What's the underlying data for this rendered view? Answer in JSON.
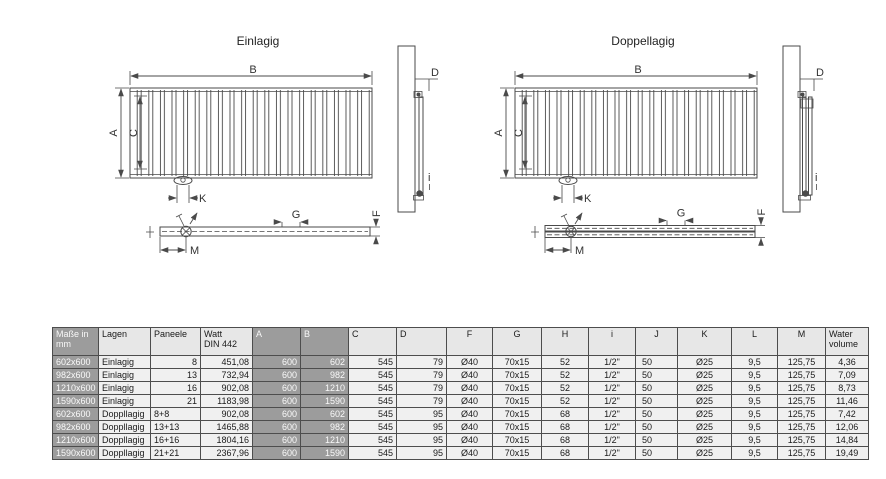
{
  "diagrams": [
    {
      "title": "Einlagig",
      "labels": {
        "b": "B",
        "a": "A",
        "c": "C",
        "k": "K",
        "d": "D",
        "i": "i",
        "g": "G",
        "m": "M",
        "f": "F"
      }
    },
    {
      "title": "Doppellagig",
      "labels": {
        "b": "B",
        "a": "A",
        "c": "C",
        "k": "K",
        "d": "D",
        "i": "i",
        "g": "G",
        "m": "M",
        "f": "F"
      }
    }
  ],
  "table": {
    "headers": [
      "Maße in mm",
      "Lagen",
      "Paneele",
      "Watt\nDIN 442",
      "A",
      "B",
      "C",
      "D",
      "F",
      "G",
      "H",
      "i",
      "J",
      "K",
      "L",
      "M",
      "Water\nvolume"
    ],
    "rows": [
      [
        "602x600",
        "Einlagig",
        "8",
        "451,08",
        "600",
        "602",
        "545",
        "79",
        "Ø40",
        "70x15",
        "52",
        "1/2\"",
        "50",
        "Ø25",
        "9,5",
        "125,75",
        "4,36"
      ],
      [
        "982x600",
        "Einlagig",
        "13",
        "732,94",
        "600",
        "982",
        "545",
        "79",
        "Ø40",
        "70x15",
        "52",
        "1/2\"",
        "50",
        "Ø25",
        "9,5",
        "125,75",
        "7,09"
      ],
      [
        "1210x600",
        "Einlagig",
        "16",
        "902,08",
        "600",
        "1210",
        "545",
        "79",
        "Ø40",
        "70x15",
        "52",
        "1/2\"",
        "50",
        "Ø25",
        "9,5",
        "125,75",
        "8,73"
      ],
      [
        "1590x600",
        "Einlagig",
        "21",
        "1183,98",
        "600",
        "1590",
        "545",
        "79",
        "Ø40",
        "70x15",
        "52",
        "1/2\"",
        "50",
        "Ø25",
        "9,5",
        "125,75",
        "11,46"
      ],
      [
        "602x600",
        "Doppllagig",
        "8+8",
        "902,08",
        "600",
        "602",
        "545",
        "95",
        "Ø40",
        "70x15",
        "68",
        "1/2\"",
        "50",
        "Ø25",
        "9,5",
        "125,75",
        "7,42"
      ],
      [
        "982x600",
        "Doppllagig",
        "13+13",
        "1465,88",
        "600",
        "982",
        "545",
        "95",
        "Ø40",
        "70x15",
        "68",
        "1/2\"",
        "50",
        "Ø25",
        "9,5",
        "125,75",
        "12,06"
      ],
      [
        "1210x600",
        "Doppllagig",
        "16+16",
        "1804,16",
        "600",
        "1210",
        "545",
        "95",
        "Ø40",
        "70x15",
        "68",
        "1/2\"",
        "50",
        "Ø25",
        "9,5",
        "125,75",
        "14,84"
      ],
      [
        "1590x600",
        "Doppllagig",
        "21+21",
        "2367,96",
        "600",
        "1590",
        "545",
        "95",
        "Ø40",
        "70x15",
        "68",
        "1/2\"",
        "50",
        "Ø25",
        "9,5",
        "125,75",
        "19,49"
      ]
    ]
  }
}
